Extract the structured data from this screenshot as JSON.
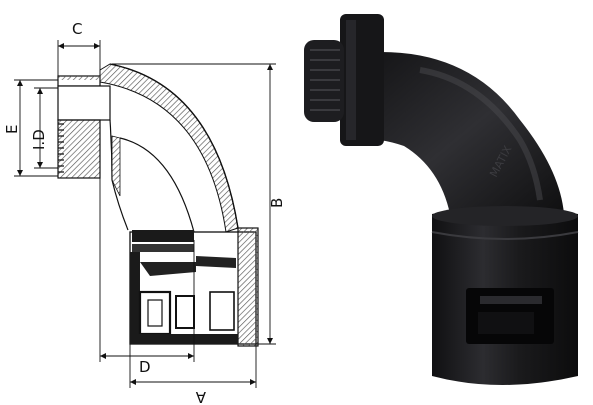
{
  "drawing": {
    "labels": {
      "c": "C",
      "e": "E",
      "id": "I.D",
      "b": "B",
      "d": "D",
      "a": "A"
    }
  },
  "product_photo": {
    "embossed_mark": "MATIX",
    "colors": {
      "body": "#1b1b1d",
      "highlight": "#4a4a4e"
    }
  },
  "colors": {
    "hatch": "#6b6b6b",
    "line": "#111111"
  }
}
